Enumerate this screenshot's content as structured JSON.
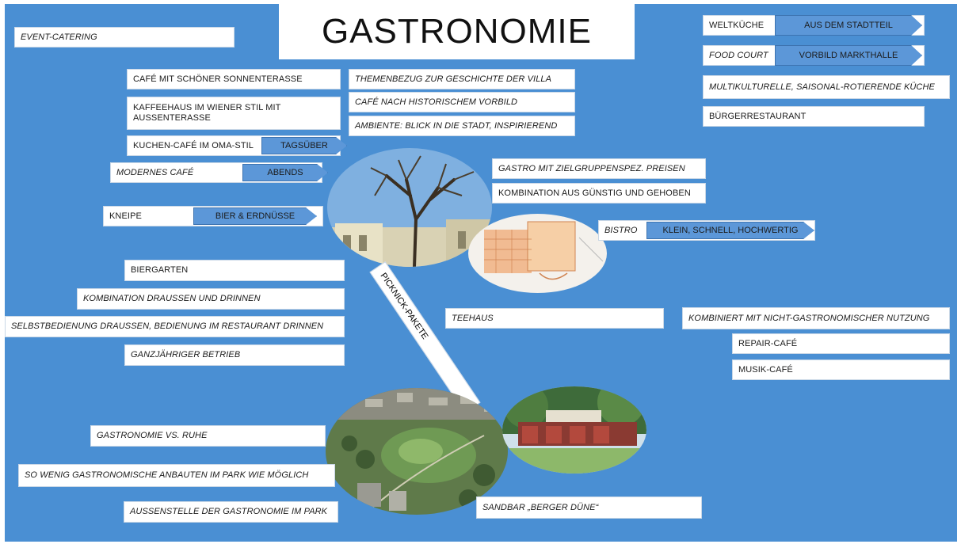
{
  "title": "GASTRONOMIE",
  "left_top": {
    "event_catering": "EVENT-CATERING",
    "cafe_sonnenterasse": "CAFÉ MIT SCHÖNER SONNENTERASSE",
    "kaffeehaus": "KAFFEEHAUS IM WIENER STIL MIT AUSSENTERASSE",
    "kuchen_cafe": "KUCHEN-CAFÉ IM OMA-STIL",
    "tagsueber": "TAGSÜBER",
    "modernes_cafe": "MODERNES CAFÉ",
    "abends": "ABENDS",
    "kneipe": "KNEIPE",
    "bier": "BIER & ERDNÜSSE"
  },
  "center_top": {
    "themenbezug": "THEMENBEZUG ZUR GESCHICHTE DER VILLA",
    "historisch": "CAFÉ NACH HISTORISCHEM VORBILD",
    "ambiente": "AMBIENTE: BLICK IN DIE STADT, INSPIRIEREND",
    "zielgruppen": "GASTRO MIT ZIELGRUPPENSPEZ. PREISEN",
    "kombination_guenstig": "KOMBINATION AUS GÜNSTIG UND GEHOBEN",
    "bistro": "BISTRO",
    "bistro_arrow": "KLEIN, SCHNELL, HOCHWERTIG"
  },
  "right_top": {
    "weltkueche": "WELTKÜCHE",
    "weltkueche_arrow": "AUS DEM STADTTEIL",
    "food_court": "FOOD COURT",
    "food_court_arrow": "VORBILD MARKTHALLE",
    "multikulturell": "MULTIKULTURELLE, SAISONAL-ROTIERENDE KÜCHE",
    "buergerrestaurant": "BÜRGERRESTAURANT"
  },
  "left_middle": {
    "biergarten": "BIERGARTEN",
    "kombination_draussen": "KOMBINATION DRAUßEN UND DRINNEN",
    "selbstbedienung": "SELBSTBEDIENUNG DRAUßEN, BEDIENUNG IM RESTAURANT DRINNEN",
    "ganzjaehrig": "GANZJÄHRIGER BETRIEB"
  },
  "picknick": "PICKNICK-PAKETE",
  "teehaus": "TEEHAUS",
  "right_middle": {
    "kombiniert": "KOMBINIERT MIT NICHT-GASTRONOMISCHER NUTZUNG",
    "repair_cafe": "REPAIR-CAFÉ",
    "musik_cafe": "MUSIK-CAFÉ"
  },
  "bottom": {
    "ruhe": "GASTRONOMIE VS. RUHE",
    "wenig_anbauten": "SO WENIG GASTRONOMISCHE ANBAUTEN IM PARK WIE MÖGLICH",
    "aussenstelle": "AUßENSTELLE DER GASTRONOMIE IM PARK",
    "sandbar": "SANDBAR „BERGER DÜNE“"
  },
  "colors": {
    "background": "#4a8fd3",
    "arrow": "#5c97d8",
    "box": "#ffffff"
  }
}
